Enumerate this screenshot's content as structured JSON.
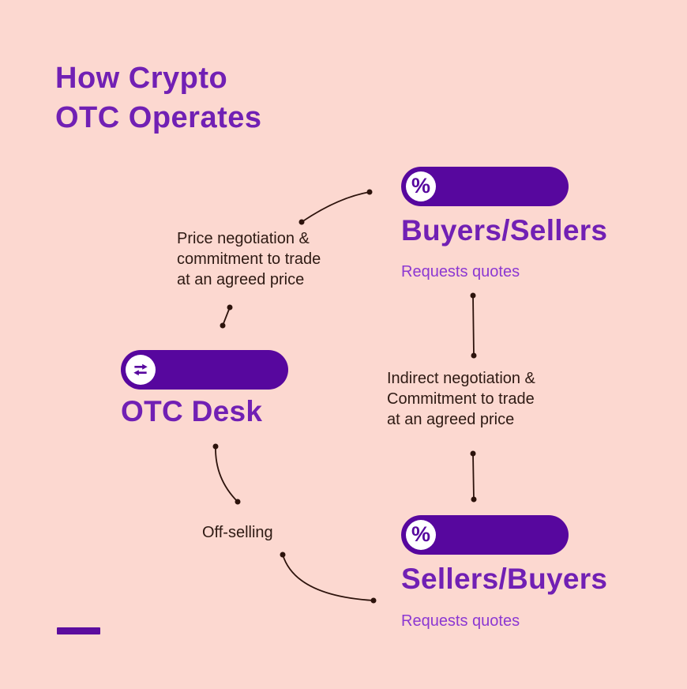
{
  "title": {
    "line1": "How Crypto",
    "line2": "OTC Operates"
  },
  "nodes": {
    "buyers": {
      "heading": "Buyers/Sellers",
      "sub": "Requests quotes",
      "icon": "percent-icon"
    },
    "otc": {
      "heading": "OTC Desk",
      "icon": "exchange-arrows-icon"
    },
    "sellers": {
      "heading": "Sellers/Buyers",
      "sub": "Requests quotes",
      "icon": "percent-icon"
    }
  },
  "labels": {
    "price_negotiation": {
      "lines": [
        "Price negotiation &",
        "commitment to trade",
        "at an agreed price"
      ]
    },
    "indirect_negotiation": {
      "lines": [
        "Indirect negotiation &",
        "Commitment to trade",
        "at an agreed price"
      ]
    },
    "off_selling": "Off-selling"
  },
  "icons": {
    "percent_glyph": "%"
  },
  "colors": {
    "background": "#fcd8d0",
    "pill": "#57079e",
    "heading": "#7120b4",
    "subtitle": "#8c38d2",
    "body_text": "#2e1a13",
    "connector": "#2d130c",
    "icon_bg": "#ffffff"
  }
}
